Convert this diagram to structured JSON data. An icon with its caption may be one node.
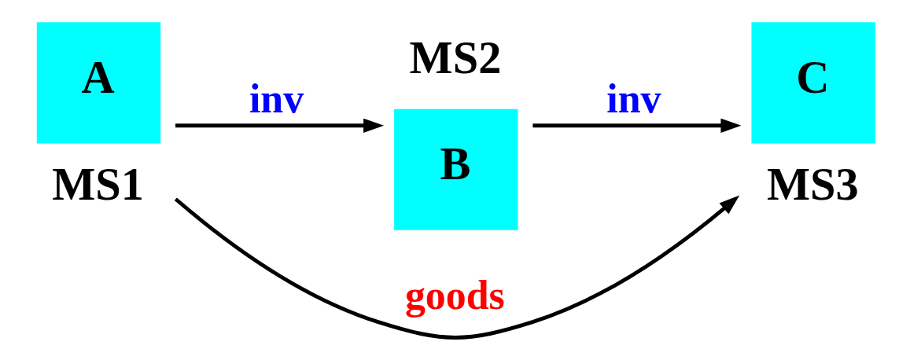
{
  "diagram": {
    "nodes": [
      {
        "text": [
          "A"
        ],
        "beside": [
          "MS1"
        ]
      },
      {
        "text": [
          "B"
        ],
        "beside": [
          "MS2"
        ]
      },
      {
        "text": [
          "C"
        ],
        "beside": [
          "MS3"
        ]
      }
    ],
    "edges": [
      {
        "from": 0,
        "to": 1,
        "arrow": "to",
        "label": "inv"
      },
      {
        "from": 1,
        "to": 2,
        "arrow": "to",
        "label": "inv"
      },
      {
        "from": 0,
        "to": 2,
        "arrow": "to",
        "label": "goods"
      }
    ]
  }
}
